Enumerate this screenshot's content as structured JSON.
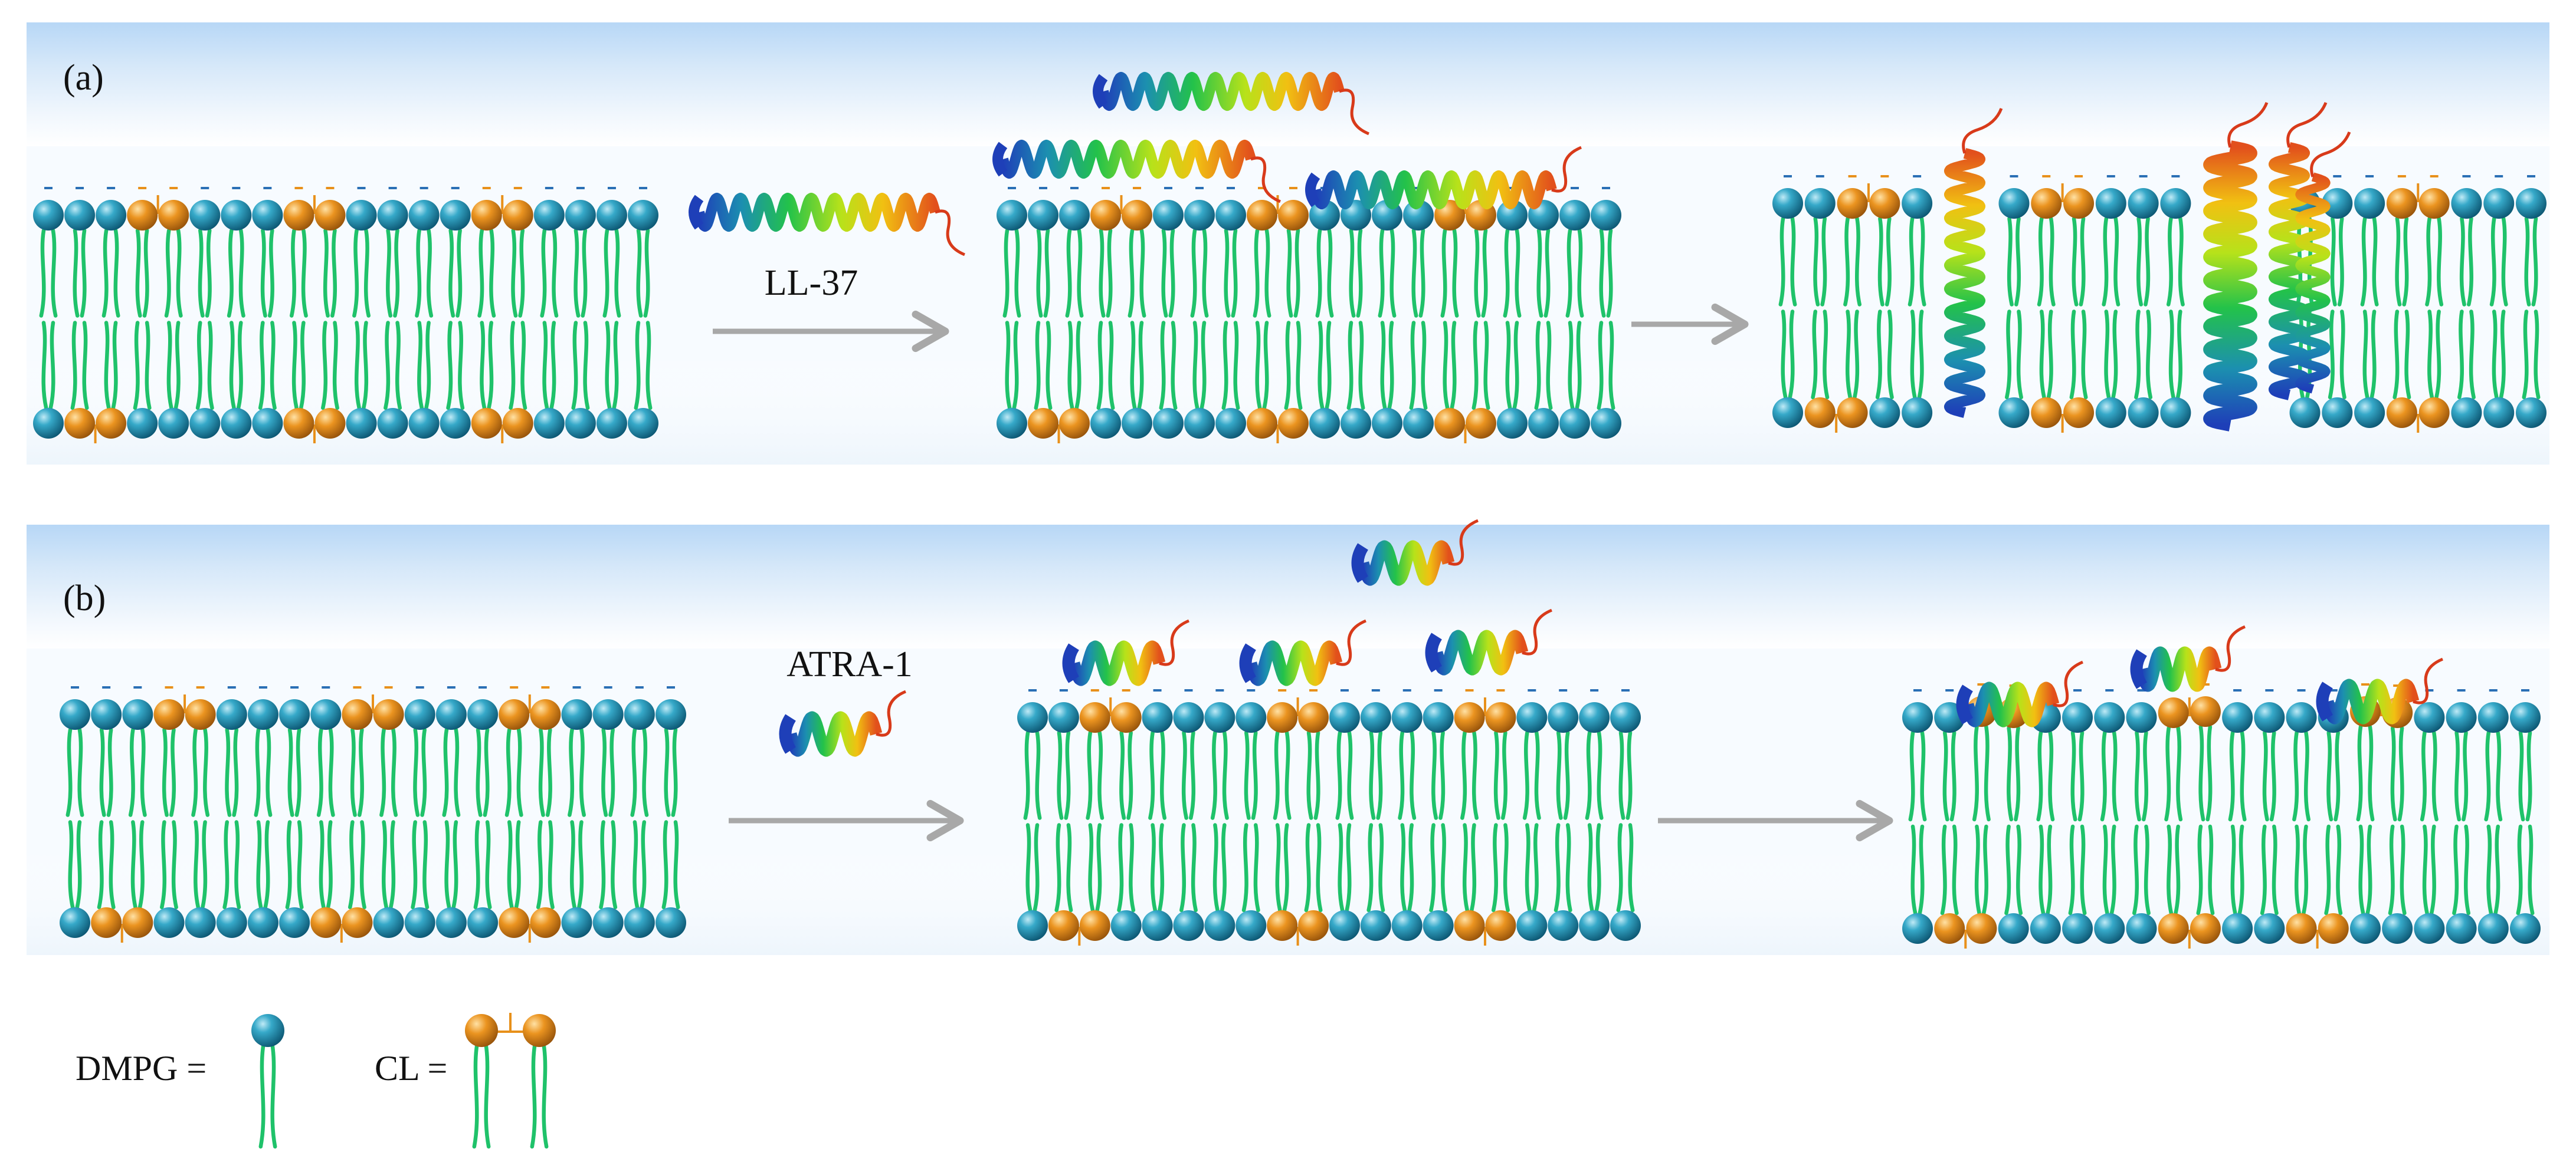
{
  "figure": {
    "panel_a": {
      "label": "(a)",
      "peptide_label": "LL-37"
    },
    "panel_b": {
      "label": "(b)",
      "peptide_label": "ATRA-1"
    },
    "legend": {
      "dmpg_label": "DMPG =",
      "cl_label": "CL ="
    }
  },
  "colors": {
    "dmpg_head": "#1f95b8",
    "cl_head": "#e8901a",
    "tail": "#1fc26a",
    "arrow": "#a8a8a8",
    "water_band": "#b8d8f4",
    "charge": "#2a6fb5",
    "cl_charge": "#e8901a"
  },
  "icons": [
    "dmpg-lipid-icon",
    "cardiolipin-lipid-icon",
    "helix-peptide-icon",
    "arrow-right-icon"
  ]
}
